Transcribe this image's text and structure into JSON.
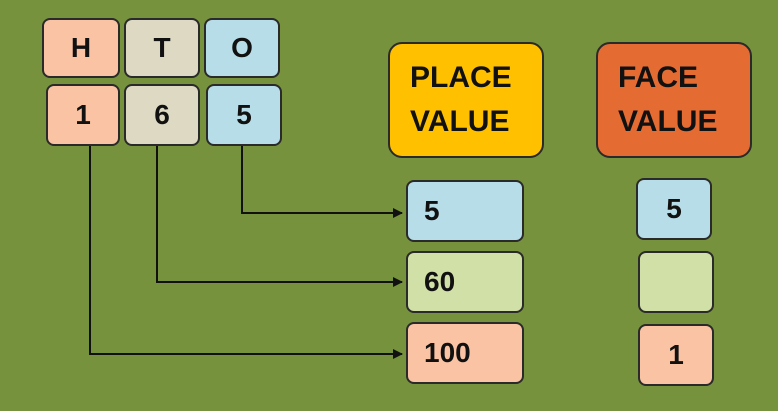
{
  "columns": {
    "headers": [
      "H",
      "T",
      "O"
    ],
    "digits": [
      "1",
      "6",
      "5"
    ]
  },
  "place_value": {
    "title_line1": "PLACE",
    "title_line2": "VALUE",
    "values": [
      "5",
      "60",
      "100"
    ]
  },
  "face_value": {
    "title_line1": "FACE",
    "title_line2": "VALUE",
    "values": [
      "5",
      "",
      "1"
    ]
  },
  "colors": {
    "background": "#76923c",
    "hundreds": "#fac4a4",
    "tens": "#ddd9c3",
    "ones": "#b7dde8",
    "place_value_header": "#ffc000",
    "face_value_header": "#e46c33",
    "tens_value": "#d1e0a6"
  }
}
